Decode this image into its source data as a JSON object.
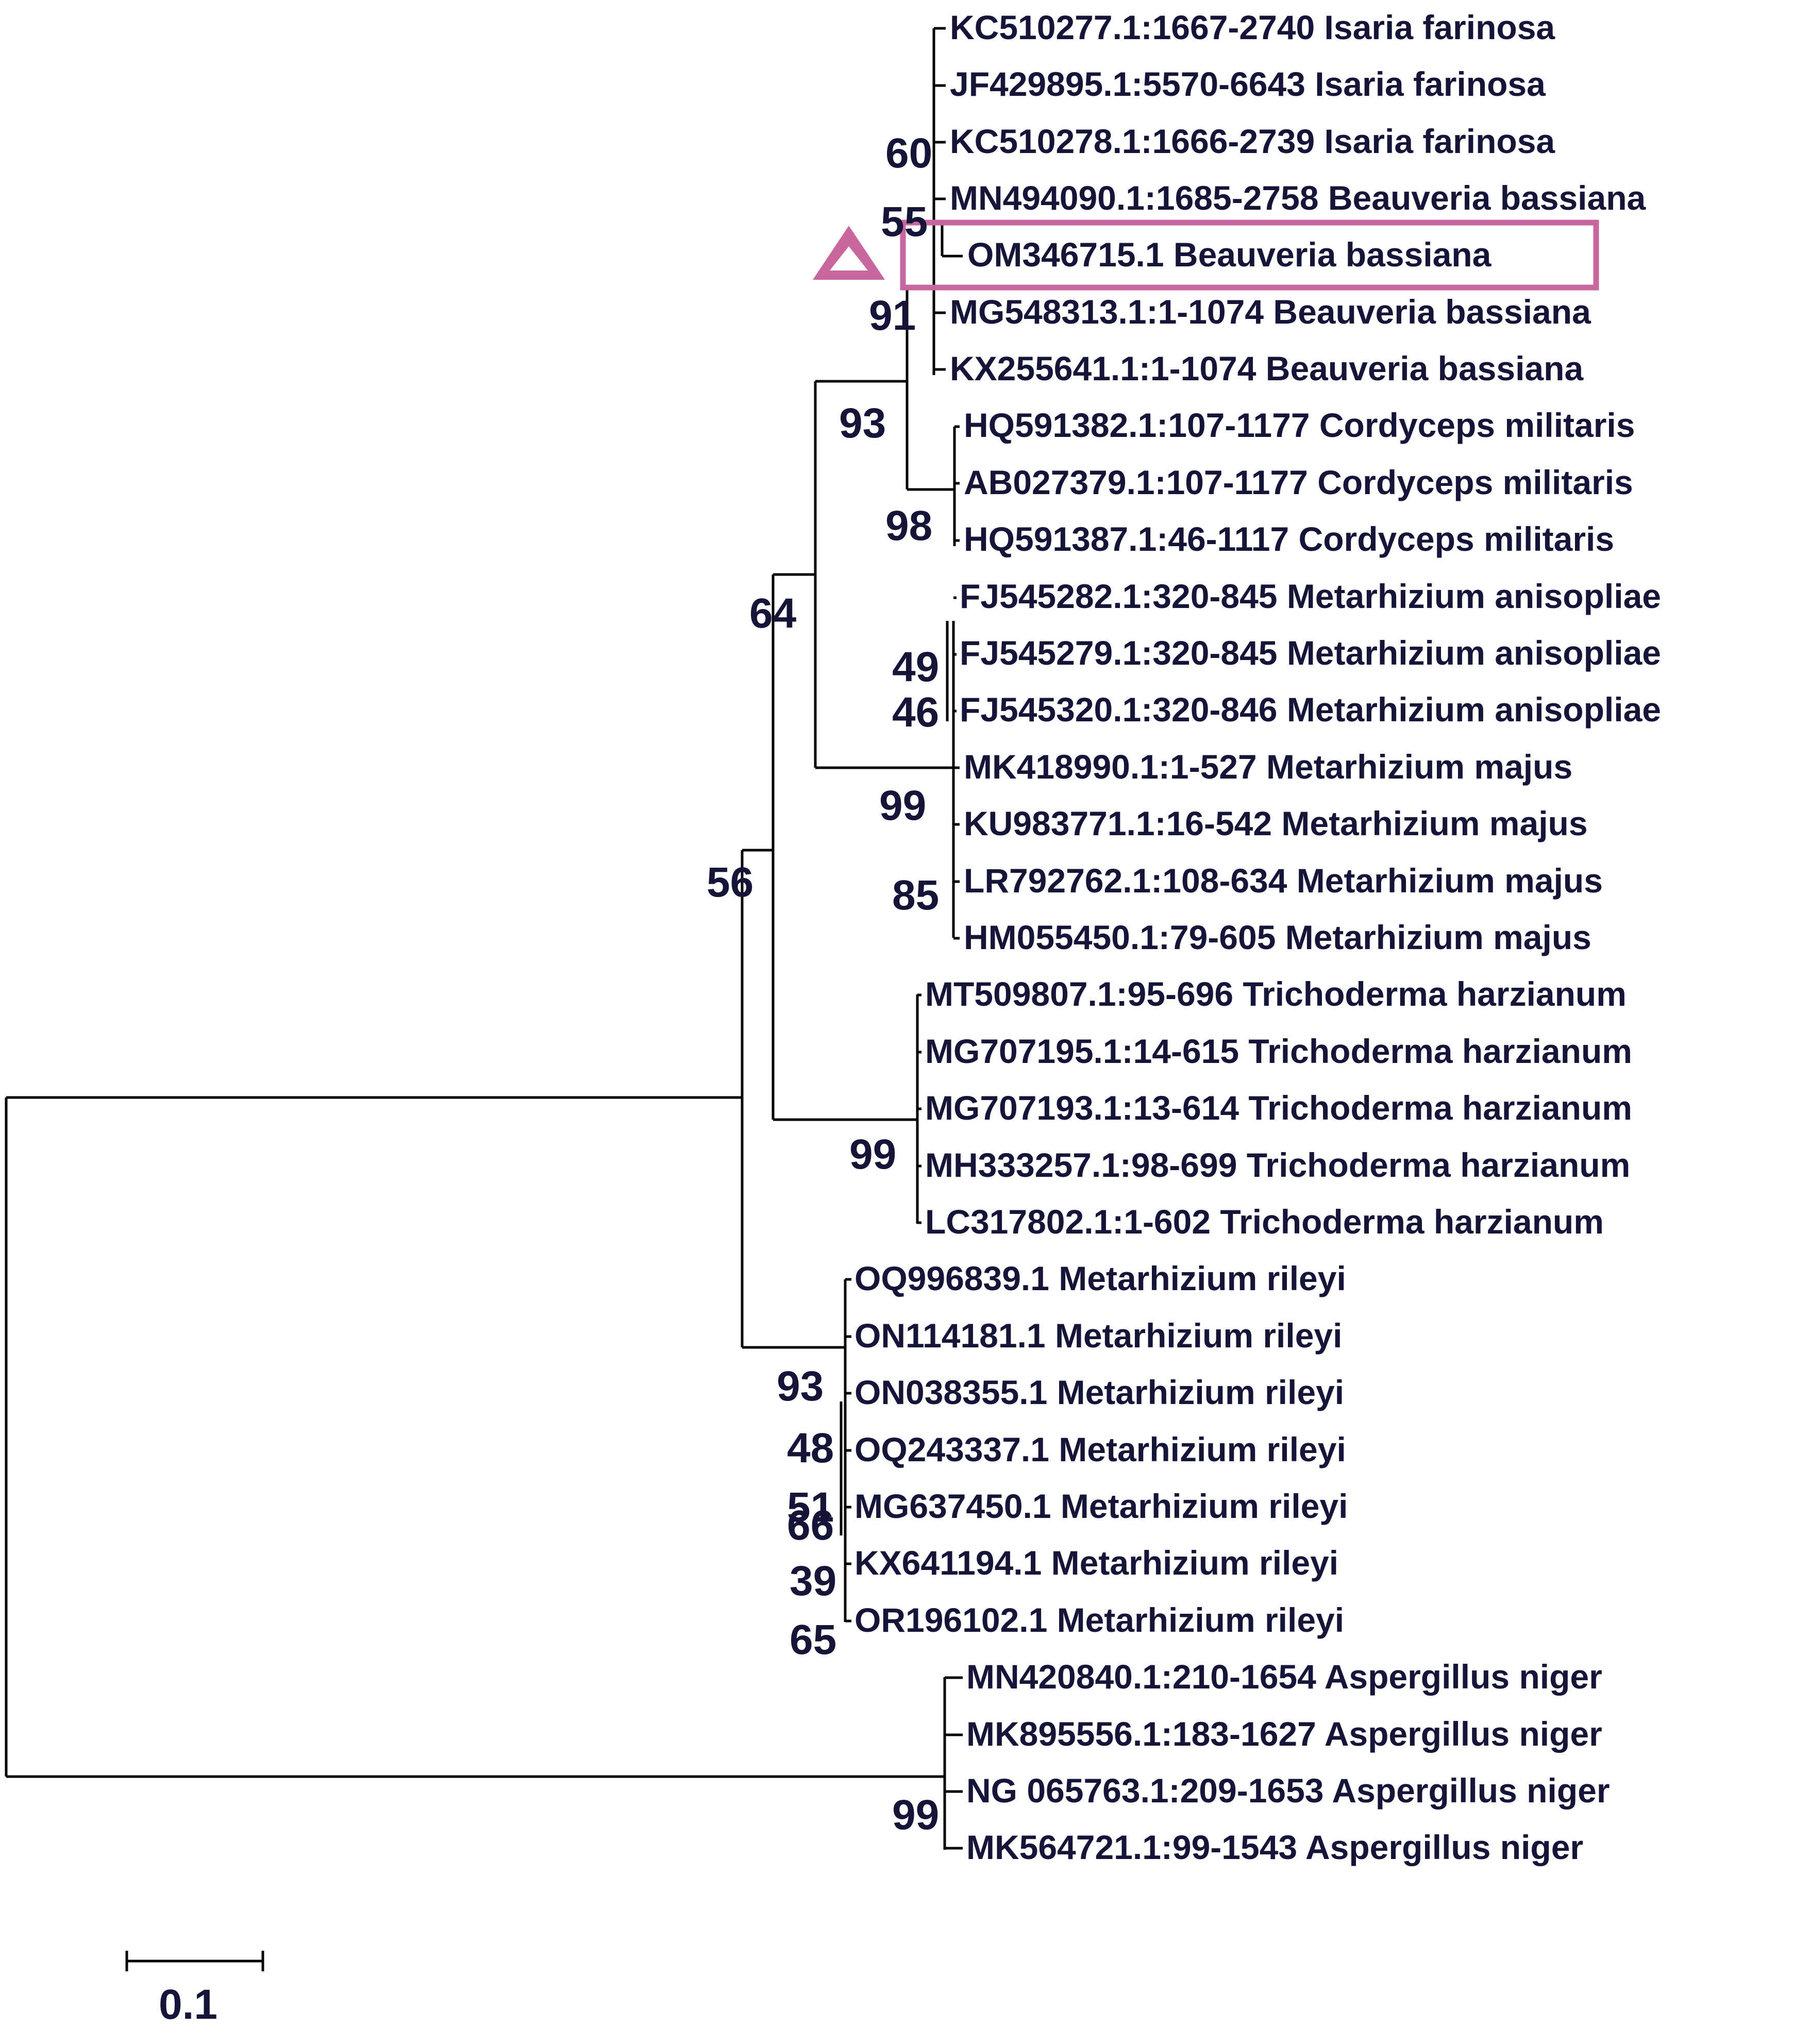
{
  "colors": {
    "branch": "#000000",
    "text": "#15153a",
    "highlight": "#c8669e",
    "background": "#ffffff"
  },
  "highlight": {
    "target_leaf": "OM346715.1 Beauveria bassiana",
    "marker_icon": "triangle-icon"
  },
  "leaves": [
    "KC510277.1:1667-2740 Isaria farinosa",
    "JF429895.1:5570-6643 Isaria farinosa",
    "KC510278.1:1666-2739 Isaria farinosa",
    "MN494090.1:1685-2758 Beauveria bassiana",
    "OM346715.1 Beauveria bassiana",
    "MG548313.1:1-1074 Beauveria bassiana",
    "KX255641.1:1-1074 Beauveria bassiana",
    "HQ591382.1:107-1177 Cordyceps militaris",
    "AB027379.1:107-1177 Cordyceps militaris",
    "HQ591387.1:46-1117 Cordyceps militaris",
    "FJ545282.1:320-845 Metarhizium anisopliae",
    "FJ545279.1:320-845 Metarhizium anisopliae",
    "FJ545320.1:320-846 Metarhizium anisopliae",
    "MK418990.1:1-527 Metarhizium majus",
    "KU983771.1:16-542 Metarhizium majus",
    "LR792762.1:108-634 Metarhizium majus",
    "HM055450.1:79-605 Metarhizium majus",
    "MT509807.1:95-696 Trichoderma harzianum",
    "MG707195.1:14-615 Trichoderma harzianum",
    "MG707193.1:13-614 Trichoderma harzianum",
    "MH333257.1:98-699 Trichoderma harzianum",
    "LC317802.1:1-602 Trichoderma harzianum",
    "OQ996839.1 Metarhizium rileyi",
    "ON114181.1 Metarhizium rileyi",
    "ON038355.1 Metarhizium rileyi",
    "OQ243337.1 Metarhizium rileyi",
    "MG637450.1 Metarhizium rileyi",
    "KX641194.1 Metarhizium rileyi",
    "OR196102.1 Metarhizium rileyi",
    "MN420840.1:210-1654 Aspergillus niger",
    "MK895556.1:183-1627 Aspergillus niger",
    "NG 065763.1:209-1653 Aspergillus niger",
    "MK564721.1:99-1543 Aspergillus niger"
  ],
  "bootstrap_values": [
    "60",
    "55",
    "91",
    "93",
    "98",
    "64",
    "49",
    "46",
    "99",
    "85",
    "56",
    "99",
    "93",
    "48",
    "51",
    "66",
    "39",
    "65",
    "99"
  ],
  "scale_bar": {
    "label": "0.1"
  }
}
